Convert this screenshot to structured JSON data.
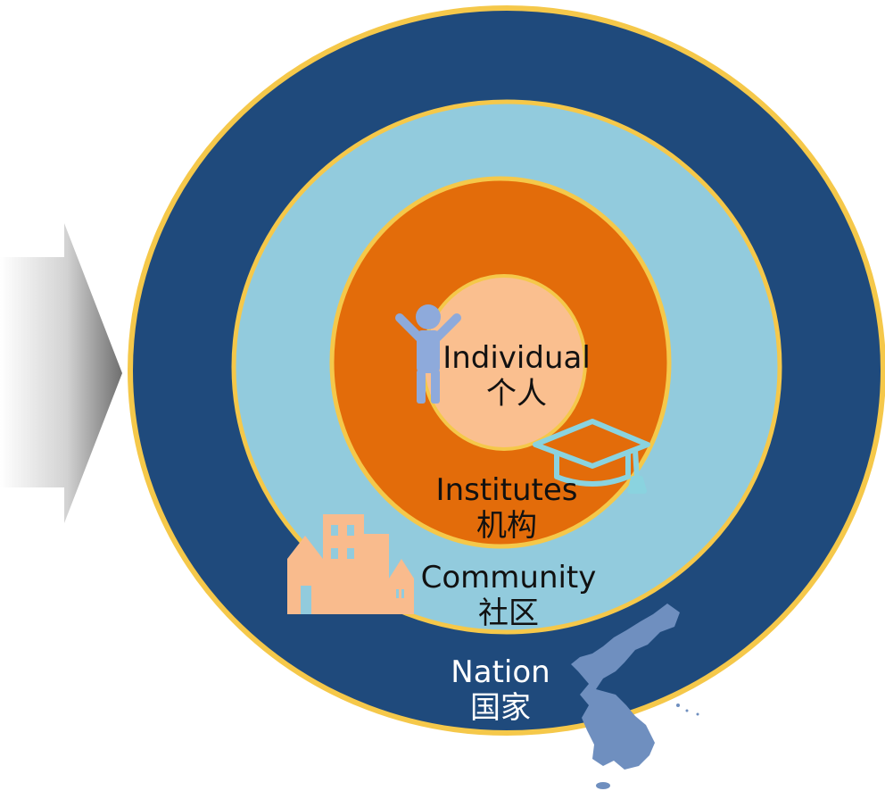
{
  "rings": [
    {
      "id": "nation",
      "en": "Nation",
      "zh": "国家",
      "fill": "#1f4a7c",
      "text_color": "#ffffff"
    },
    {
      "id": "community",
      "en": "Community",
      "zh": "社区",
      "fill": "#92cbdd",
      "text_color": "#111111"
    },
    {
      "id": "institutes",
      "en": "Institutes",
      "zh": "机构",
      "fill": "#e36c0a",
      "text_color": "#111111"
    },
    {
      "id": "individual",
      "en": "Individual",
      "zh": "个人",
      "fill": "#fabf8f",
      "text_color": "#111111"
    }
  ],
  "colors": {
    "ring_border": "#f5c84a",
    "person": "#8eaadb",
    "cap": "#8ad3df",
    "building": "#f9bb8d",
    "map": "#6f8fbf",
    "arrow_dark": "#6f6f6f",
    "arrow_light": "#ffffff"
  },
  "icons": [
    "arrow-right-icon",
    "person-icon",
    "graduation-cap-icon",
    "building-icon",
    "korea-map-icon"
  ]
}
